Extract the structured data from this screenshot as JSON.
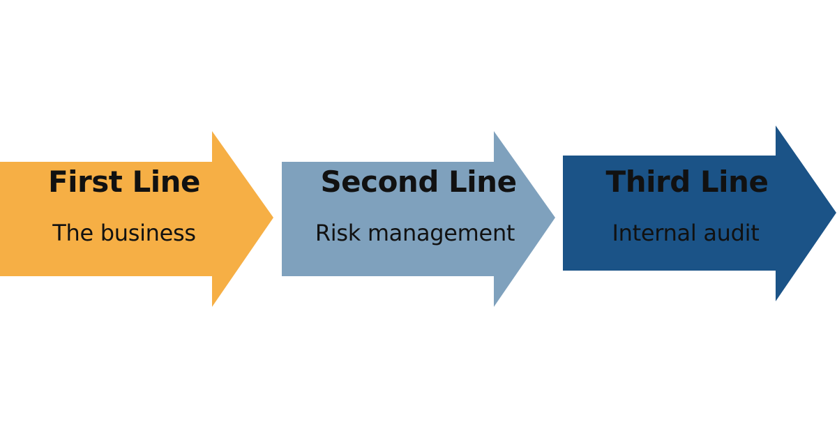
{
  "lines": [
    {
      "title": "First Line",
      "subtitle": "The business",
      "color": "#F6AF45"
    },
    {
      "title": "Second Line",
      "subtitle": "Risk management",
      "color": "#7FA1BD"
    },
    {
      "title": "Third Line",
      "subtitle": "Internal audit",
      "color": "#1B5387"
    }
  ]
}
